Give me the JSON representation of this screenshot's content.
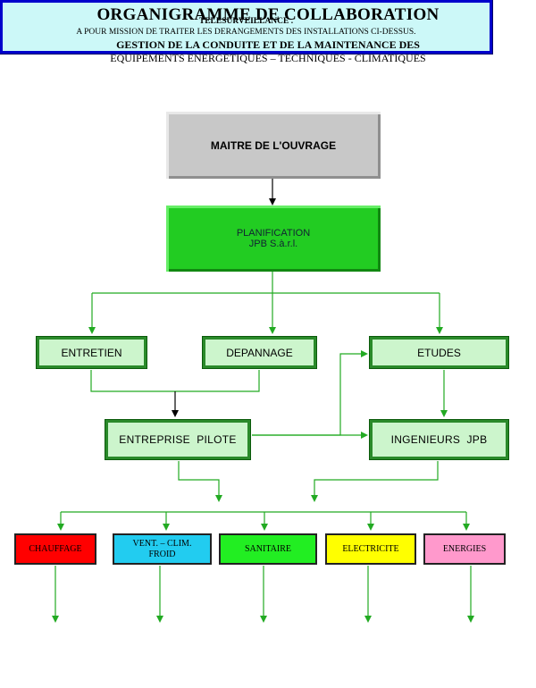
{
  "header": {
    "title": "ORGANIGRAMME DE COLLABORATION",
    "subtitle_line1": "GESTION DE LA CONDUITE ET DE LA MAINTENANCE DES",
    "subtitle_line2": "EQUIPEMENTS ENERGETIQUES – TECHNIQUES - CLIMATIQUES"
  },
  "nodes": {
    "maitre": "MAITRE DE L'OUVRAGE",
    "planification": "PLANIFICATION",
    "planification_company": "JPB S.à.r.l.",
    "entretien": "ENTRETIEN",
    "depannage": "DEPANNAGE",
    "etudes": "ETUDES",
    "entreprise_pilote": "ENTREPRISE  PILOTE",
    "ingenieurs": "INGENIEURS  JPB"
  },
  "trades": {
    "chauffage": "CHAUFFAGE",
    "vent_line1": "VENT. – CLIM.",
    "vent_line2": "FROID",
    "sanitaire": "SANITAIRE",
    "electricite": "ELECTRICITE",
    "energies": "ENERGIES"
  },
  "telesurveillance": {
    "title": "TELESURVEILLANCE .",
    "mission": "A POUR MISSION DE TRAITER LES DERANGEMENTS DES INSTALLATIONS CI-DESSUS."
  },
  "colors": {
    "maitre": "#c8c8c8",
    "planification": "#22cc22",
    "green_box": "#ccf5cc",
    "chauffage": "#ff0000",
    "vent": "#22ccf0",
    "sanitaire": "#22ee22",
    "electricite": "#ffff00",
    "energies": "#ff99cc",
    "telesurveillance": "#ccf8f8",
    "connector": "#22aa22"
  }
}
